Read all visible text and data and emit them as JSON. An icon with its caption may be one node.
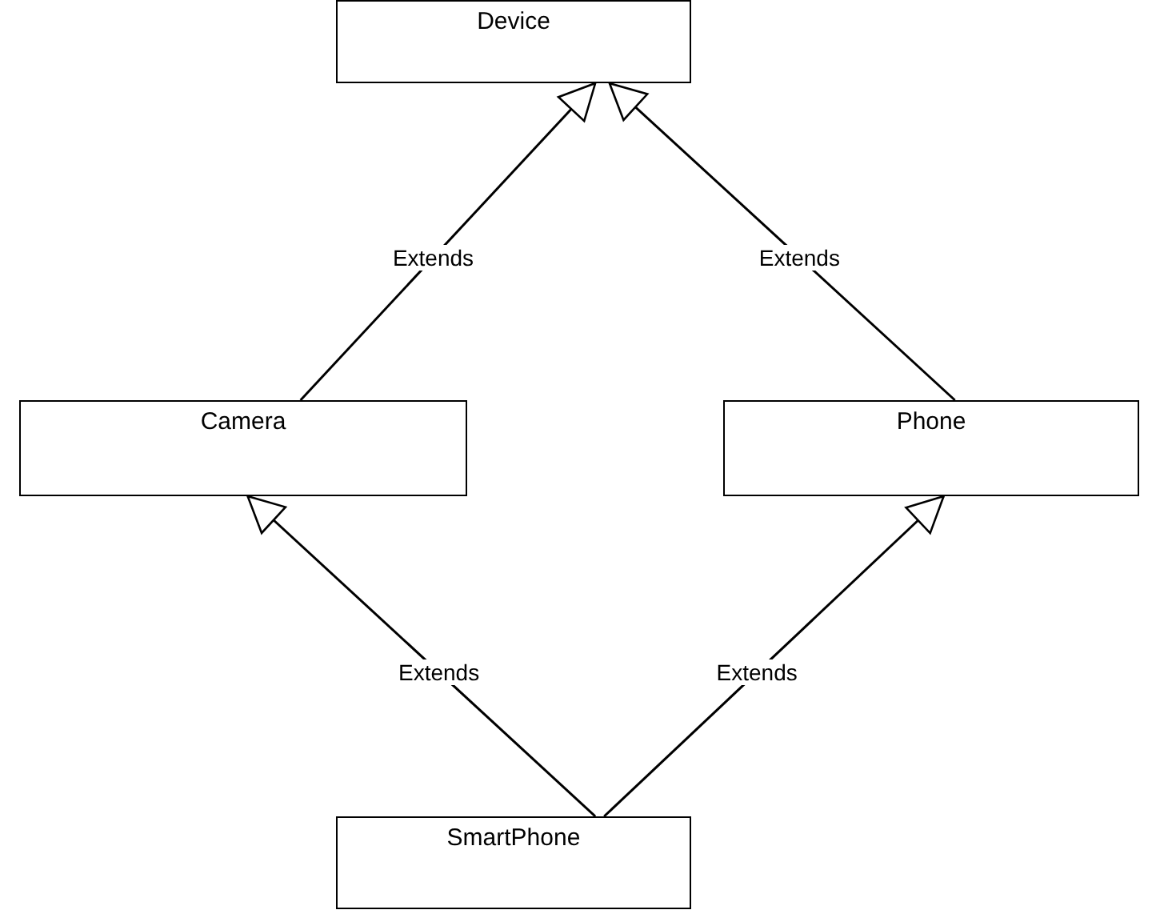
{
  "diagram": {
    "nodes": [
      {
        "text": [
          "Device"
        ]
      },
      {
        "text": [
          "Camera"
        ]
      },
      {
        "text": [
          "Phone"
        ]
      },
      {
        "text": [
          "SmartPhone"
        ]
      }
    ],
    "edges": [
      {
        "from": 1,
        "to": 0,
        "arrow": "to",
        "label": "Extends"
      },
      {
        "from": 2,
        "to": 0,
        "arrow": "to",
        "label": "Extends"
      },
      {
        "from": 3,
        "to": 1,
        "arrow": "to",
        "label": "Extends"
      },
      {
        "from": 3,
        "to": 2,
        "arrow": "to",
        "label": "Extends"
      }
    ]
  }
}
